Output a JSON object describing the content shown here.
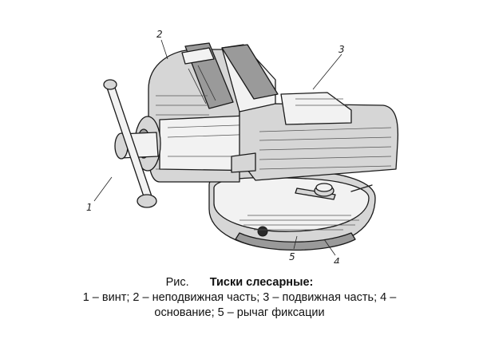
{
  "figure": {
    "callouts": [
      "1",
      "2",
      "3",
      "4",
      "5"
    ]
  },
  "caption": {
    "prefix": "Рис.",
    "title": "Тиски слесарные:",
    "line2": "1 – винт; 2 – неподвижная часть; 3 – подвижная часть; 4 –",
    "line3": "основание; 5 – рычаг фиксации"
  }
}
